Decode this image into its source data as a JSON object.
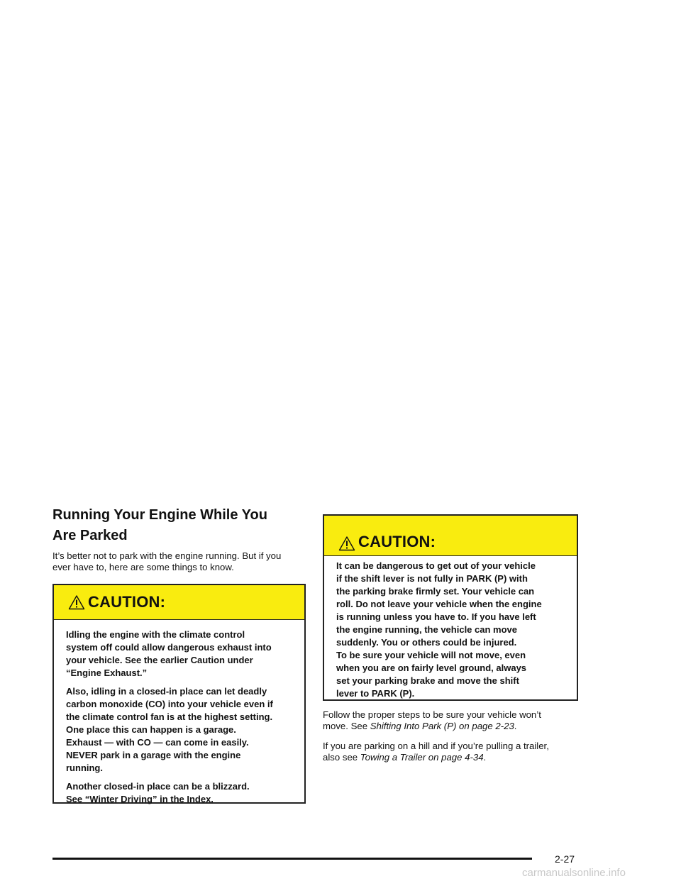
{
  "section": {
    "heading_lines": [
      "Running Your Engine While You",
      "Are Parked"
    ],
    "intro_lines": [
      "It’s better not to park with the engine running. But if you",
      "ever have to, here are some things to know."
    ]
  },
  "caution_left": {
    "label": "CAUTION:",
    "icon": "warning-triangle-icon",
    "paragraphs": [
      [
        "Idling the engine with the climate control",
        "system off could allow dangerous exhaust into",
        "your vehicle. See the earlier Caution under",
        "“Engine Exhaust.”"
      ],
      [
        "Also, idling in a closed-in place can let deadly",
        "carbon monoxide (CO) into your vehicle even if",
        "the climate control fan is at the highest setting.",
        "One place this can happen is a garage.",
        "Exhaust — with CO — can come in easily.",
        "NEVER park in a garage with the engine",
        "running."
      ],
      [
        "Another closed-in place can be a blizzard.",
        "See “Winter Driving” in the Index."
      ]
    ]
  },
  "caution_right": {
    "label": "CAUTION:",
    "icon": "warning-triangle-icon",
    "lines": [
      "It can be dangerous to get out of your vehicle",
      "if the shift lever is not fully in PARK (P) with",
      "the parking brake firmly set. Your vehicle can",
      "roll. Do not leave your vehicle when the engine",
      "is running unless you have to. If you have left",
      "the engine running, the vehicle can move",
      "suddenly. You or others could be injured.",
      "To be sure your vehicle will not move, even",
      "when you are on fairly level ground, always",
      "set your parking brake and move the shift",
      "lever to PARK (P)."
    ]
  },
  "follow": {
    "line1": "Follow the proper steps to be sure your vehicle won’t",
    "line2_prefix": "move. See ",
    "line2_ref": "Shifting Into Park (P) on page 2-23",
    "line2_suffix": "."
  },
  "hill": {
    "line1": "If you are parking on a hill and if you’re pulling a trailer,",
    "line2_prefix": "also see ",
    "line2_ref": "Towing a Trailer on page 4-34",
    "line2_suffix": "."
  },
  "footer": {
    "page_number": "2-27",
    "watermark": "carmanualsonline.info"
  },
  "colors": {
    "caution_header": "#f9ec0f",
    "text": "#111111",
    "watermark": "#c8c8c8"
  }
}
